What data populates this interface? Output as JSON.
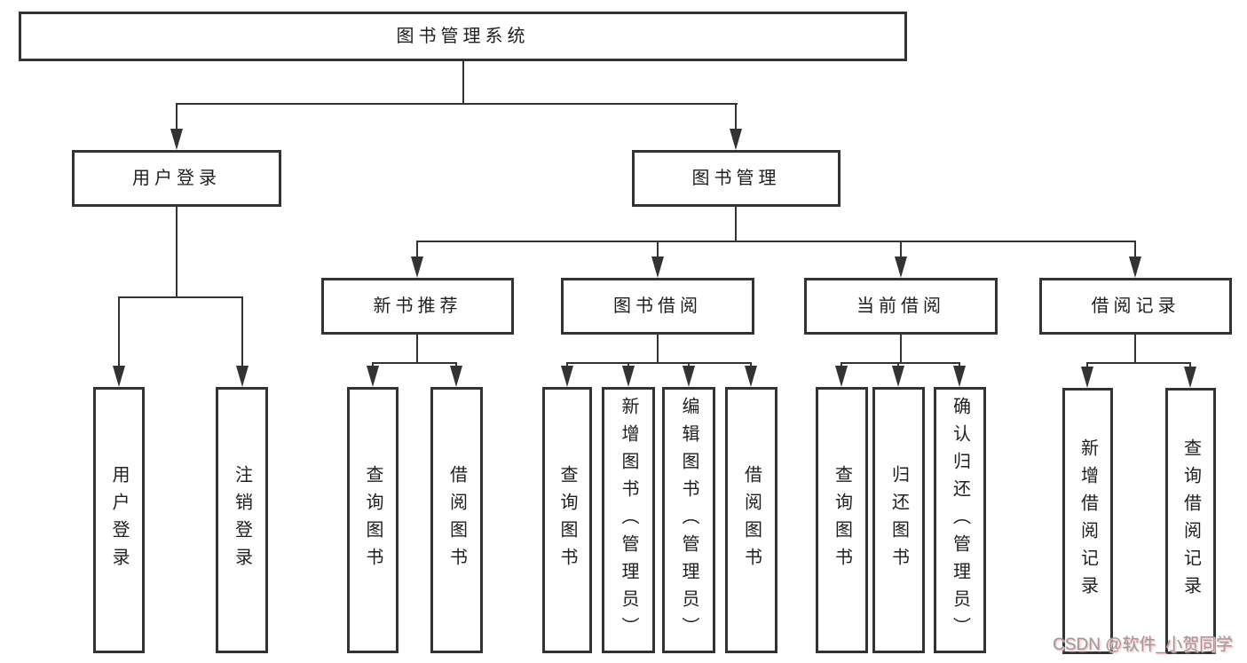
{
  "diagram": {
    "root": "图书管理系统",
    "user_login": {
      "label": "用户登录",
      "children": [
        "用户登录",
        "注销登录"
      ]
    },
    "book_management": {
      "label": "图书管理",
      "sections": [
        {
          "label": "新书推荐",
          "children": [
            "查询图书",
            "借阅图书"
          ]
        },
        {
          "label": "图书借阅",
          "children": [
            "查询图书",
            "新增图书（管理员）",
            "编辑图书（管理员）",
            "借阅图书"
          ]
        },
        {
          "label": "当前借阅",
          "children": [
            "查询图书",
            "归还图书",
            "确认归还（管理员）"
          ]
        },
        {
          "label": "借阅记录",
          "children": [
            "新增借阅记录",
            "查询借阅记录"
          ]
        }
      ]
    }
  },
  "watermark": "CSDN @软件_小贺同学",
  "colors": {
    "line": "#333333",
    "box_border": "#333333",
    "box_background": "#ffffff",
    "text": "#1f1f1f",
    "watermark_text": "#9b9b9b",
    "watermark_glow": "#f2bfc7"
  }
}
